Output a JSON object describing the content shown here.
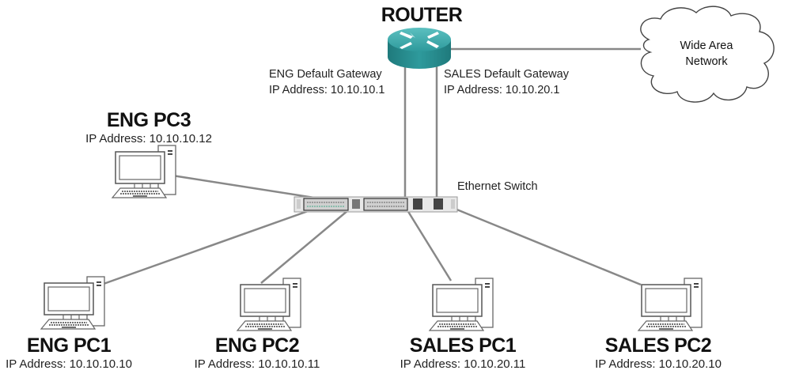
{
  "router": {
    "title": "ROUTER"
  },
  "wan": {
    "line1": "Wide Area",
    "line2": "Network"
  },
  "gateways": {
    "eng": {
      "label": "ENG Default Gateway",
      "ip": "IP Address: 10.10.10.1"
    },
    "sales": {
      "label": "SALES Default Gateway",
      "ip": "IP Address: 10.10.20.1"
    }
  },
  "switch": {
    "label": "Ethernet Switch"
  },
  "pcs": {
    "eng3": {
      "name": "ENG PC3",
      "ip": "IP Address: 10.10.10.12"
    },
    "eng1": {
      "name": "ENG PC1",
      "ip": "IP Address: 10.10.10.10"
    },
    "eng2": {
      "name": "ENG PC2",
      "ip": "IP Address: 10.10.10.11"
    },
    "sales1": {
      "name": "SALES PC1",
      "ip": "IP Address: 10.10.20.11"
    },
    "sales2": {
      "name": "SALES PC2",
      "ip": "IP Address: 10.10.20.10"
    }
  },
  "colors": {
    "router": "#2e9a9c",
    "link": "#808080"
  }
}
